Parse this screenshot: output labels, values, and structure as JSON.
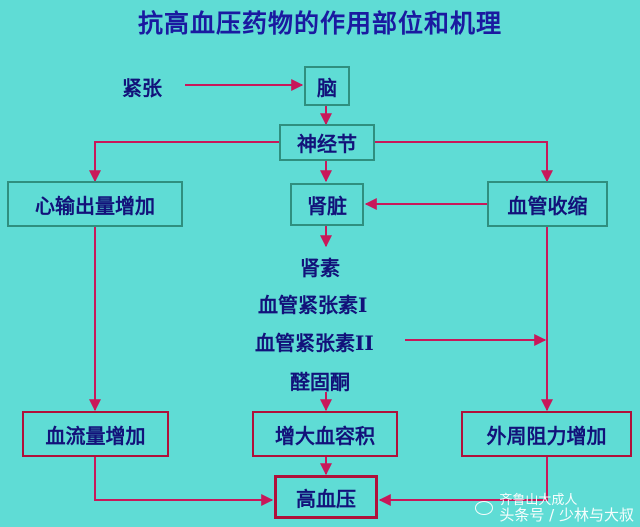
{
  "title": "抗高血压药物的作用部位和机理",
  "nodes": {
    "tension": "紧张",
    "brain": "脑",
    "ganglion": "神经节",
    "cardiac_output": "心输出量增加",
    "kidney": "肾脏",
    "vasoconstriction": "血管收缩",
    "renin": "肾素",
    "angiotensin1": "血管紧张素I",
    "angiotensin2": "血管紧张素II",
    "aldosterone": "醛固酮",
    "blood_flow": "血流量增加",
    "blood_volume": "增大血容积",
    "peripheral_resistance": "外周阻力增加",
    "hypertension": "高血压"
  },
  "watermark": {
    "line1": "头条号 / 少林与大叔",
    "line2": "齐鲁山大成人"
  },
  "colors": {
    "background": "#5fdcd5",
    "arrow": "#c8185a",
    "text": "#12127a",
    "green_border": "#2f8f7f",
    "red_border": "#b0103a"
  }
}
